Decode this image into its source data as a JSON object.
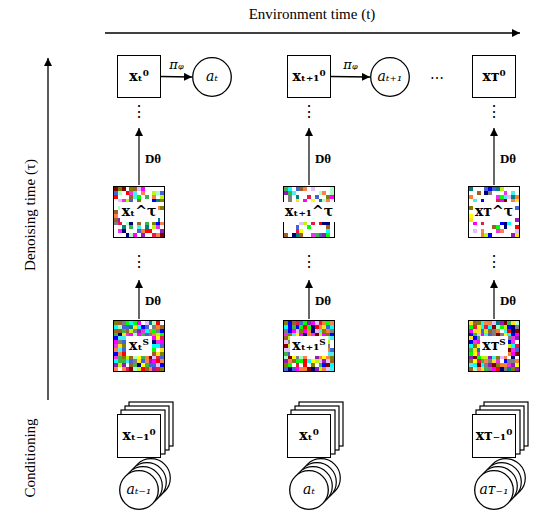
{
  "diagram": {
    "nodes": [
      {
        "text": [
          "xₜ⁰"
        ]
      },
      {
        "text": [
          "aₜ"
        ]
      },
      {
        "text": [
          "xₜ₊₁⁰"
        ]
      },
      {
        "text": [
          "aₜ₊₁"
        ]
      },
      {
        "text": [
          "xᴛ⁰"
        ]
      },
      {
        "text": [
          "xₜ^τ"
        ]
      },
      {
        "text": [
          "xₜ₊₁^τ"
        ]
      },
      {
        "text": [
          "xᴛ^τ"
        ]
      },
      {
        "text": [
          "xₜᵀ"
        ]
      },
      {
        "text": [
          "xₜ₊₁ᵀ"
        ]
      },
      {
        "text": [
          "xᴛᵀ"
        ]
      },
      {
        "text": [
          "xₜ₋₁⁰"
        ]
      },
      {
        "text": [
          "xₜ⁰"
        ]
      },
      {
        "text": [
          "xᴛ₋₁⁰"
        ]
      },
      {
        "text": [
          "aₜ₋₁"
        ]
      },
      {
        "text": [
          "aₜ"
        ]
      },
      {
        "text": [
          "aᴛ₋₁"
        ]
      }
    ],
    "edges": [
      {
        "from": 0,
        "to": 1,
        "arrow": "to",
        "label": "πᵩ"
      },
      {
        "from": 2,
        "to": 3,
        "arrow": "to",
        "label": "πᵩ"
      }
    ],
    "labels": [
      "Environment time (t)",
      "Denoising time (τ)",
      "Conditioning",
      "⋯",
      "⋮",
      "⋮",
      "⋮",
      "Dθ",
      "Dθ",
      "Dθ",
      "⋮",
      "⋮",
      "⋮",
      "Dθ",
      "Dθ",
      "Dθ"
    ]
  }
}
